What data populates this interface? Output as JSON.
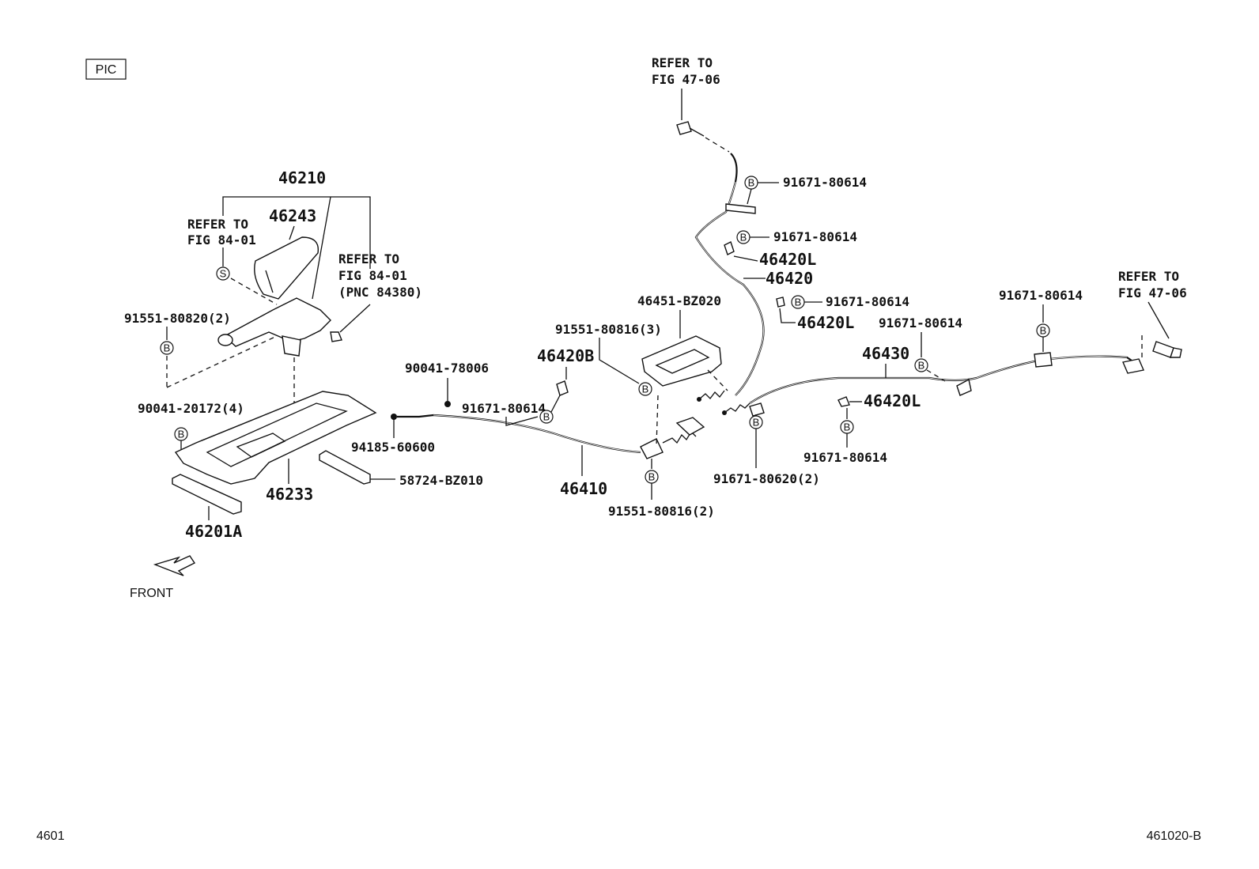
{
  "header": {
    "pic_label": "PIC"
  },
  "refs": {
    "r1_a": "REFER TO",
    "r1_b": "FIG 47-06",
    "r2_a": "REFER TO",
    "r2_b": "FIG 84-01",
    "r3_a": "REFER TO",
    "r3_b": "FIG 84-01",
    "r3_c": "(PNC 84380)",
    "r4_a": "REFER TO",
    "r4_b": "FIG 47-06"
  },
  "parts": {
    "p46210": "46210",
    "p46243": "46243",
    "p91551_80820": "91551-80820(2)",
    "p90041_20172": "90041-20172(4)",
    "p46233": "46233",
    "p46201A": "46201A",
    "p58724": "58724-BZ010",
    "p90041_78006": "90041-78006",
    "p94185": "94185-60600",
    "p91671_a": "91671-80614",
    "p46420B": "46420B",
    "p91551_80816_3": "91551-80816(3)",
    "p46410": "46410",
    "p91551_80816_2": "91551-80816(2)",
    "p46451": "46451-BZ020",
    "p91671_top1": "91671-80614",
    "p91671_top2": "91671-80614",
    "p46420L_1": "46420L",
    "p46420": "46420",
    "p91671_mid": "91671-80614",
    "p46420L_2": "46420L",
    "p91671_r1": "91671-80614",
    "p91671_r2": "91671-80614",
    "p46430": "46430",
    "p46420L_3": "46420L",
    "p91671_r3": "91671-80614",
    "p91671_80620": "91671-80620(2)"
  },
  "markers": {
    "b": "B",
    "s": "S"
  },
  "footer": {
    "left": "4601",
    "right": "461020-B",
    "front": "FRONT"
  }
}
